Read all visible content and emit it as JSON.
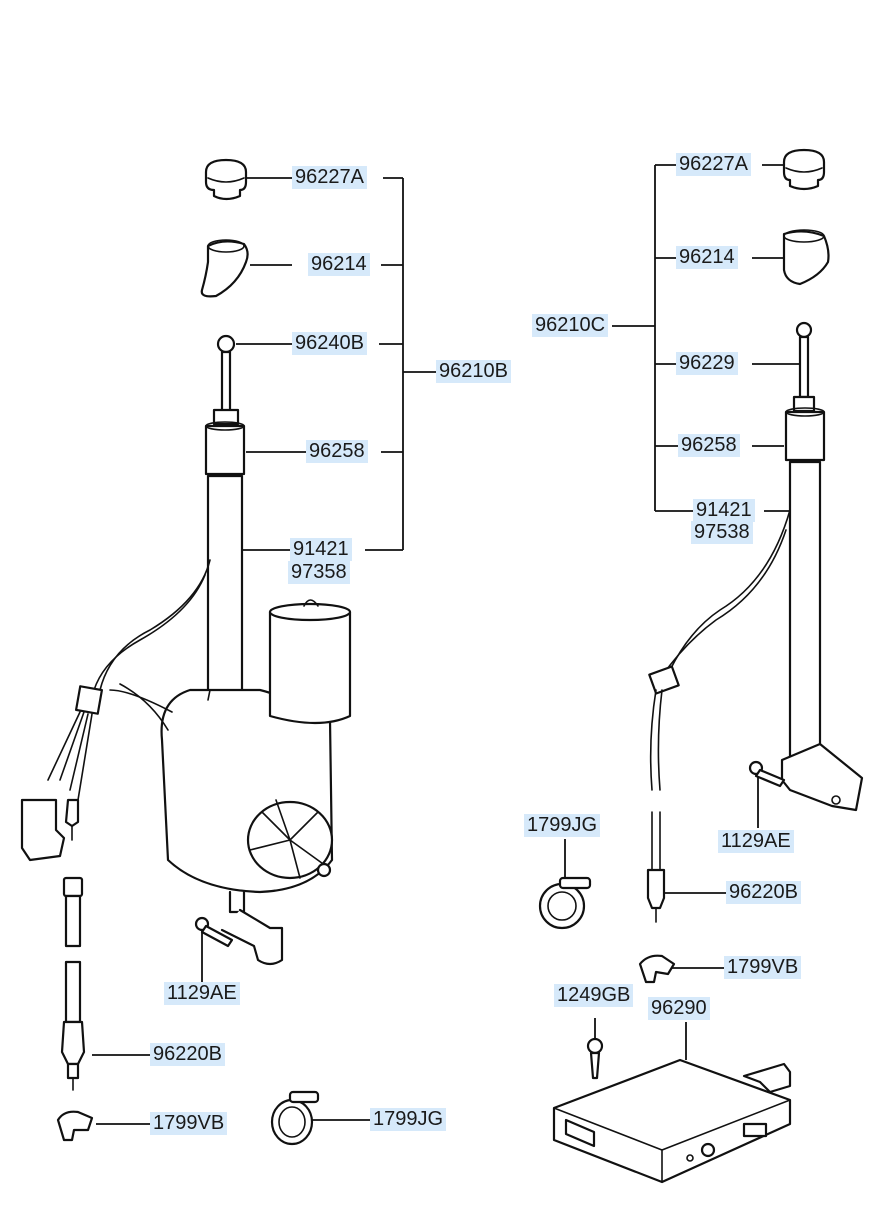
{
  "callouts": {
    "left_96227A": "96227A",
    "left_96214": "96214",
    "left_96240B": "96240B",
    "left_96210B": "96210B",
    "left_96258": "96258",
    "left_91421": "91421",
    "left_97358": "97358",
    "left_1129AE": "1129AE",
    "left_96220B": "96220B",
    "left_1799VB": "1799VB",
    "left_1799JG": "1799JG",
    "right_96227A": "96227A",
    "right_96214": "96214",
    "right_96210C": "96210C",
    "right_96229": "96229",
    "right_96258": "96258",
    "right_91421": "91421",
    "right_97538": "97538",
    "right_1129AE": "1129AE",
    "right_1799JG": "1799JG",
    "right_96220B": "96220B",
    "right_1799VB": "1799VB",
    "right_1249GB": "1249GB",
    "right_96290": "96290"
  },
  "colors": {
    "label_highlight": "#d6e9fa",
    "line": "#111111"
  }
}
